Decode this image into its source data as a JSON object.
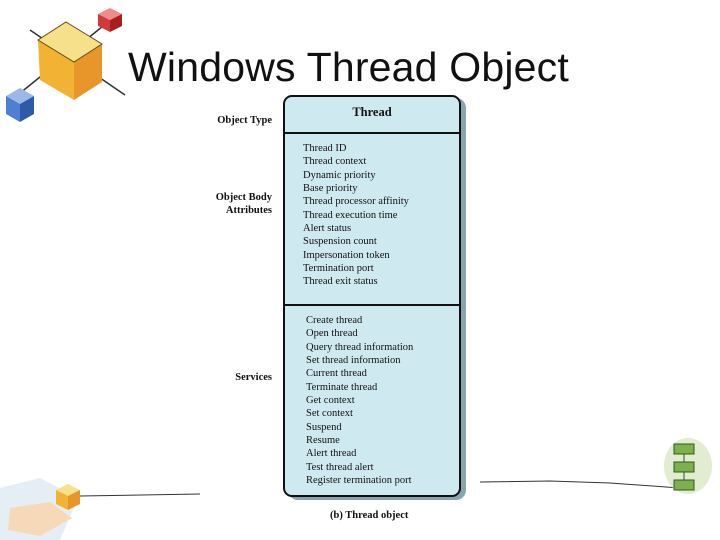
{
  "slide": {
    "title": "Windows Thread Object"
  },
  "diagram": {
    "labels": {
      "object_type": "Object Type",
      "object_body_attributes": [
        "Object Body",
        "Attributes"
      ],
      "services": "Services"
    },
    "box_title": "Thread",
    "attributes": [
      "Thread ID",
      "Thread context",
      "Dynamic priority",
      "Base priority",
      "Thread processor affinity",
      "Thread execution time",
      "Alert status",
      "Suspension count",
      "Impersonation token",
      "Termination port",
      "Thread exit status"
    ],
    "services": [
      "Create thread",
      "Open thread",
      "Query thread information",
      "Set thread information",
      "Current thread",
      "Terminate thread",
      "Get context",
      "Set context",
      "Suspend",
      "Resume",
      "Alert thread",
      "Test thread alert",
      "Register termination port"
    ],
    "caption": "(b) Thread object"
  },
  "colors": {
    "box_fill": "#cfe9f1",
    "box_border": "#111111"
  }
}
